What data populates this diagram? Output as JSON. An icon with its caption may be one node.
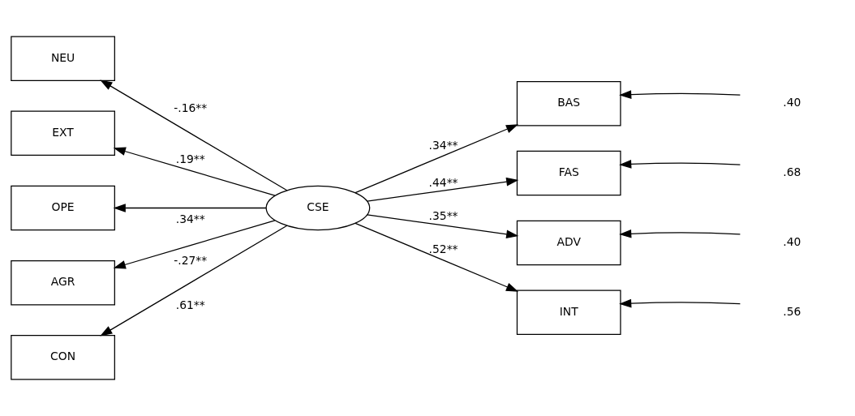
{
  "diagram": {
    "nodes": [
      {
        "text": [
          "NEU"
        ]
      },
      {
        "text": [
          "EXT"
        ]
      },
      {
        "text": [
          "OPE"
        ]
      },
      {
        "text": [
          "AGR"
        ]
      },
      {
        "text": [
          "CON"
        ]
      },
      {
        "text": [
          "CSE"
        ]
      },
      {
        "text": [
          "BAS"
        ]
      },
      {
        "text": [
          "FAS"
        ]
      },
      {
        "text": [
          "ADV"
        ]
      },
      {
        "text": [
          "INT"
        ]
      },
      {
        "text": [
          ".40"
        ]
      },
      {
        "text": [
          ".68"
        ]
      },
      {
        "text": [
          ".40"
        ]
      },
      {
        "text": [
          ".56"
        ]
      }
    ],
    "edges": [
      {
        "from": 5,
        "to": 0,
        "arrow": "to",
        "label": "-.16**"
      },
      {
        "from": 5,
        "to": 1,
        "arrow": "to",
        "label": ".19**"
      },
      {
        "from": 5,
        "to": 2,
        "arrow": "to",
        "label": ".34**"
      },
      {
        "from": 5,
        "to": 3,
        "arrow": "to",
        "label": "-.27**"
      },
      {
        "from": 5,
        "to": 4,
        "arrow": "to",
        "label": ".61**"
      },
      {
        "from": 5,
        "to": 6,
        "arrow": "to",
        "label": ".34**"
      },
      {
        "from": 5,
        "to": 7,
        "arrow": "to",
        "label": ".44**"
      },
      {
        "from": 5,
        "to": 8,
        "arrow": "to",
        "label": ".35**"
      },
      {
        "from": 5,
        "to": 9,
        "arrow": "to",
        "label": ".52**"
      },
      {
        "from": 10,
        "to": 6,
        "arrow": "to"
      },
      {
        "from": 11,
        "to": 7,
        "arrow": "to"
      },
      {
        "from": 12,
        "to": 8,
        "arrow": "to"
      },
      {
        "from": 13,
        "to": 9,
        "arrow": "to"
      }
    ]
  }
}
